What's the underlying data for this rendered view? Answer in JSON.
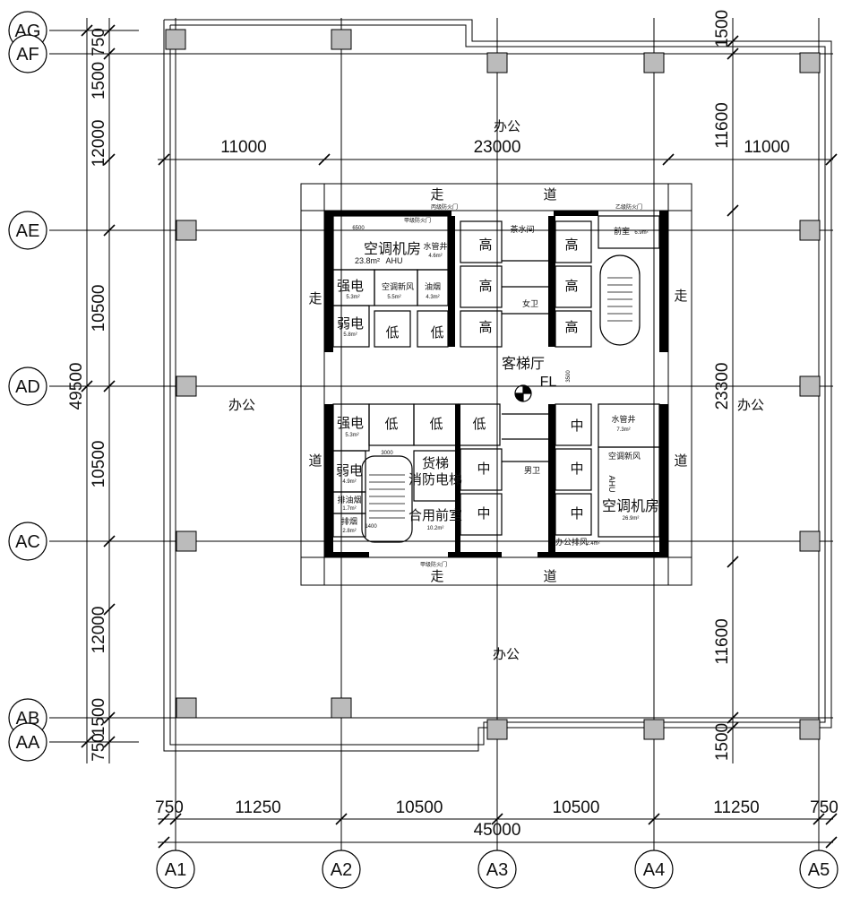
{
  "axes": {
    "rows": [
      "AG",
      "AF",
      "AE",
      "AD",
      "AC",
      "AB",
      "AA"
    ],
    "cols": [
      "A1",
      "A2",
      "A3",
      "A4",
      "A5"
    ]
  },
  "dims": {
    "left": [
      "750",
      "1500",
      "12000",
      "10500",
      "10500",
      "12000",
      "1500",
      "750"
    ],
    "left_total": "49500",
    "right": [
      "1500",
      "11600",
      "23300",
      "11600",
      "1500"
    ],
    "bottom": [
      "750",
      "11250",
      "10500",
      "10500",
      "11250",
      "750"
    ],
    "bottom_total": "45000",
    "top": [
      "11000",
      "23000",
      "11000"
    ]
  },
  "rooms": {
    "office": "办公",
    "corridor": [
      "走",
      "道"
    ],
    "ahu_room": "空调机房",
    "ahu": "AHU",
    "water_shaft": "水管井",
    "strong_elec": "强电",
    "weak_elec": "弱电",
    "fresh_air": "空调新风",
    "oil_smoke": "油烟",
    "smoke_exhaust": "排烟",
    "oil_exhaust": "排油烟",
    "high": "高",
    "low": "低",
    "mid": "中",
    "tea": "茶水间",
    "female_wc": "女卫",
    "male_wc": "男卫",
    "lobby": "客梯厅",
    "fl": "FL",
    "front_room": "前室",
    "freight": "货梯",
    "fire_elev": "消防电梯",
    "shared_front": "合用前室",
    "office_exhaust": "办公排风"
  },
  "areas": {
    "ahu_n": "23.8m²",
    "ahu_s": "26.9m²",
    "water_n": "4.6m²",
    "water_s": "7.3m²",
    "strong_n": "5.3m²",
    "strong_s": "5.3m²",
    "weak_n": "5.8m²",
    "weak_s": "4.9m²",
    "fresh": "5.5m²",
    "oil": "4.3m²",
    "front": "6.9m²",
    "shared": "10.2m²",
    "oil_ex": "1.7m²",
    "smoke": "2.8m²",
    "office_ex": "2.4m²"
  },
  "notes": {
    "fire_door_a": "甲级防火门",
    "fire_door_b": "乙级防火门",
    "fire_door_c": "丙级防火门",
    "fire_door_d": "甲级防火门",
    "dim_6500": "6500",
    "dim_3500": "3500",
    "dim_3000": "3000",
    "dim_1400": "1400"
  }
}
